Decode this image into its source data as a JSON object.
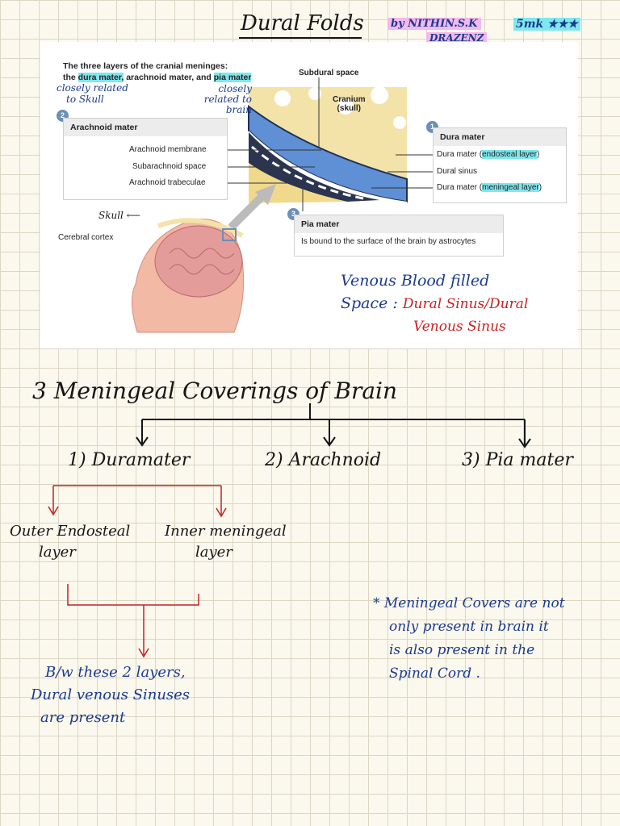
{
  "header": {
    "title": "Dural Folds",
    "author": "by NITHIN.S.K",
    "author_sub": "DRAZENZ",
    "marks": "5mk"
  },
  "figure": {
    "caption_line1": "The three layers of the cranial meninges:",
    "caption_prefix": "the ",
    "caption_dura": "dura mater,",
    "caption_mid": " arachnoid mater, and ",
    "caption_pia": "pia mater",
    "subdural_space": "Subdural space",
    "cranium": "Cranium",
    "cranium_sub": "(skull)",
    "arachnoid_box": {
      "number": "2",
      "title": "Arachnoid mater",
      "items": [
        "Arachnoid membrane",
        "Subarachnoid space",
        "Arachnoid trabeculae"
      ]
    },
    "dura_box": {
      "number": "1",
      "title": "Dura mater",
      "item1_prefix": "Dura mater (",
      "item1_hl": "endosteal layer",
      "item1_suffix": ")",
      "item2": "Dural sinus",
      "item3_prefix": "Dura mater (",
      "item3_hl": "meningeal layer",
      "item3_suffix": ")"
    },
    "pia_box": {
      "number": "3",
      "title": "Pia mater",
      "text": "Is bound to the surface of the brain by astrocytes"
    },
    "cerebral_cortex": "Cerebral cortex"
  },
  "annotations": {
    "dura_note_1": "closely related",
    "dura_note_2": "to Skull",
    "pia_note_1": "closely",
    "pia_note_2": "related to",
    "pia_note_3": "brain",
    "skull": "Skull",
    "venous_1": "Venous Blood filled",
    "venous_2": "Space :",
    "venous_3": "Dural Sinus/Dural",
    "venous_4": "Venous Sinus"
  },
  "notes": {
    "heading": "3 Meningeal Coverings of Brain",
    "branch1": "1) Duramater",
    "branch2": "2) Arachnoid",
    "branch3": "3) Pia mater",
    "outer_1": "Outer Endosteal",
    "outer_2": "layer",
    "inner_1": "Inner meningeal",
    "inner_2": "layer",
    "between_1": "B/w these 2 layers,",
    "between_2": "Dural venous Sinuses",
    "between_3": "are present",
    "side_1": "* Meningeal Covers are not",
    "side_2": "only present in brain it",
    "side_3": "is also present in the",
    "side_4": "Spinal Cord ."
  },
  "colors": {
    "ink_dark": "#151515",
    "ink_blue": "#1a3a8c",
    "ink_red": "#c82020",
    "highlight_cyan": "#7fe7ee",
    "highlight_pink": "#f3b8ee"
  }
}
